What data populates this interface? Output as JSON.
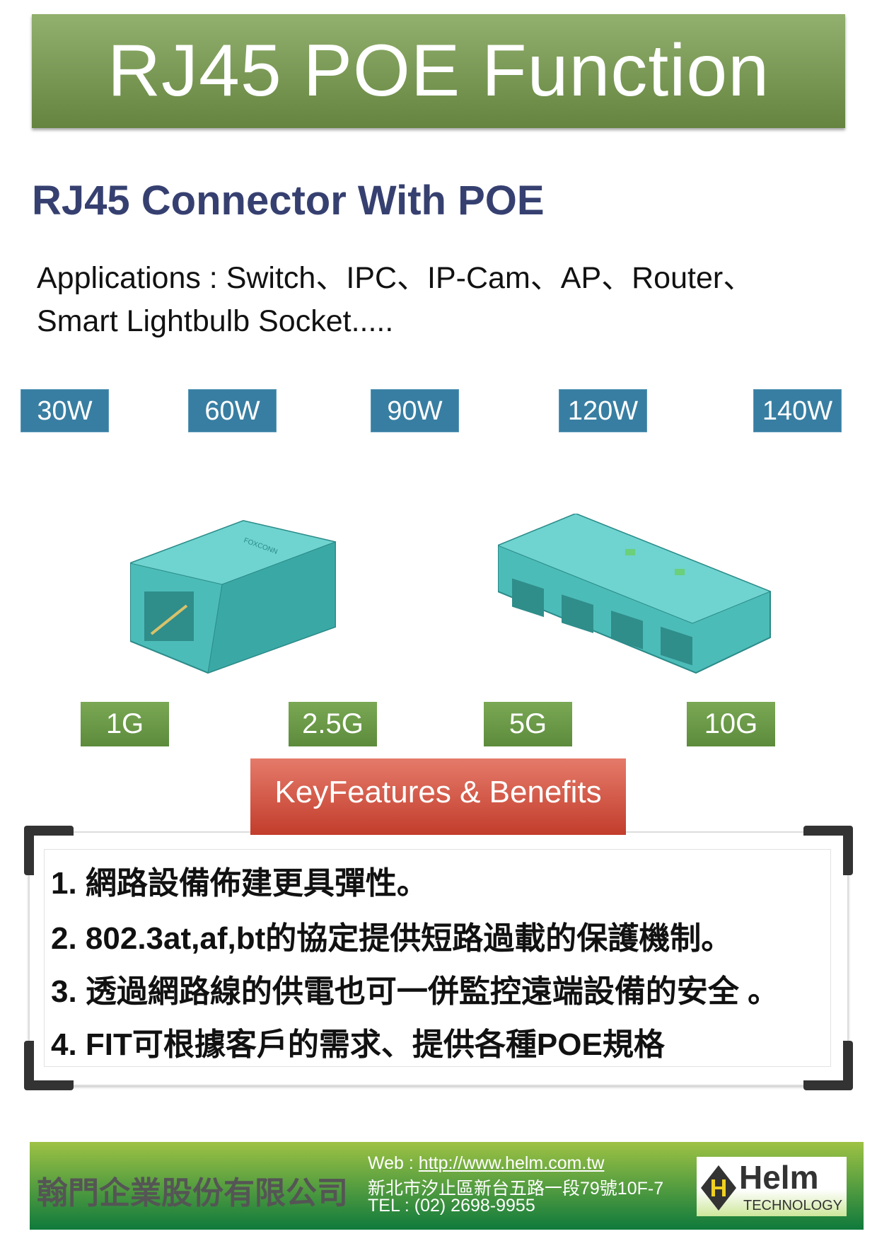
{
  "header": {
    "title": "RJ45 POE Function"
  },
  "subtitle": "RJ45  Connector With POE",
  "applications": {
    "line1": "Applications : Switch、IPC、IP-Cam、AP、Router、",
    "line2": "Smart Lightbulb Socket....."
  },
  "power_badges": [
    "30W",
    "60W",
    "90W",
    "120W",
    "140W"
  ],
  "speed_badges": [
    "1G",
    "2.5G",
    "5G",
    "10G"
  ],
  "product_image_text": "FOXCONN",
  "features": {
    "title": "KeyFeatures &  Benefits",
    "items": [
      "1. 網路設備佈建更具彈性。",
      "2. 802.3at,af,bt的協定提供短路過載的保護機制。",
      "3. 透過網路線的供電也可一併監控遠端設備的安全 。",
      "4. FIT可根據客戶的需求、提供各種POE規格"
    ]
  },
  "footer": {
    "company": "翰門企業股份有限公司",
    "web_label": "Web : ",
    "web_url": "http://www.helm.com.tw",
    "address": "新北市汐止區新台五路一段79號10F-7",
    "tel": "TEL : (02) 2698-9955",
    "logo_name": "Helm",
    "logo_sub": "TECHNOLOGY"
  },
  "colors": {
    "header": "#7a9a56",
    "subtitle": "#364070",
    "power": "#387ea2",
    "speed": "#6a9a48",
    "features": "#d45a48"
  }
}
